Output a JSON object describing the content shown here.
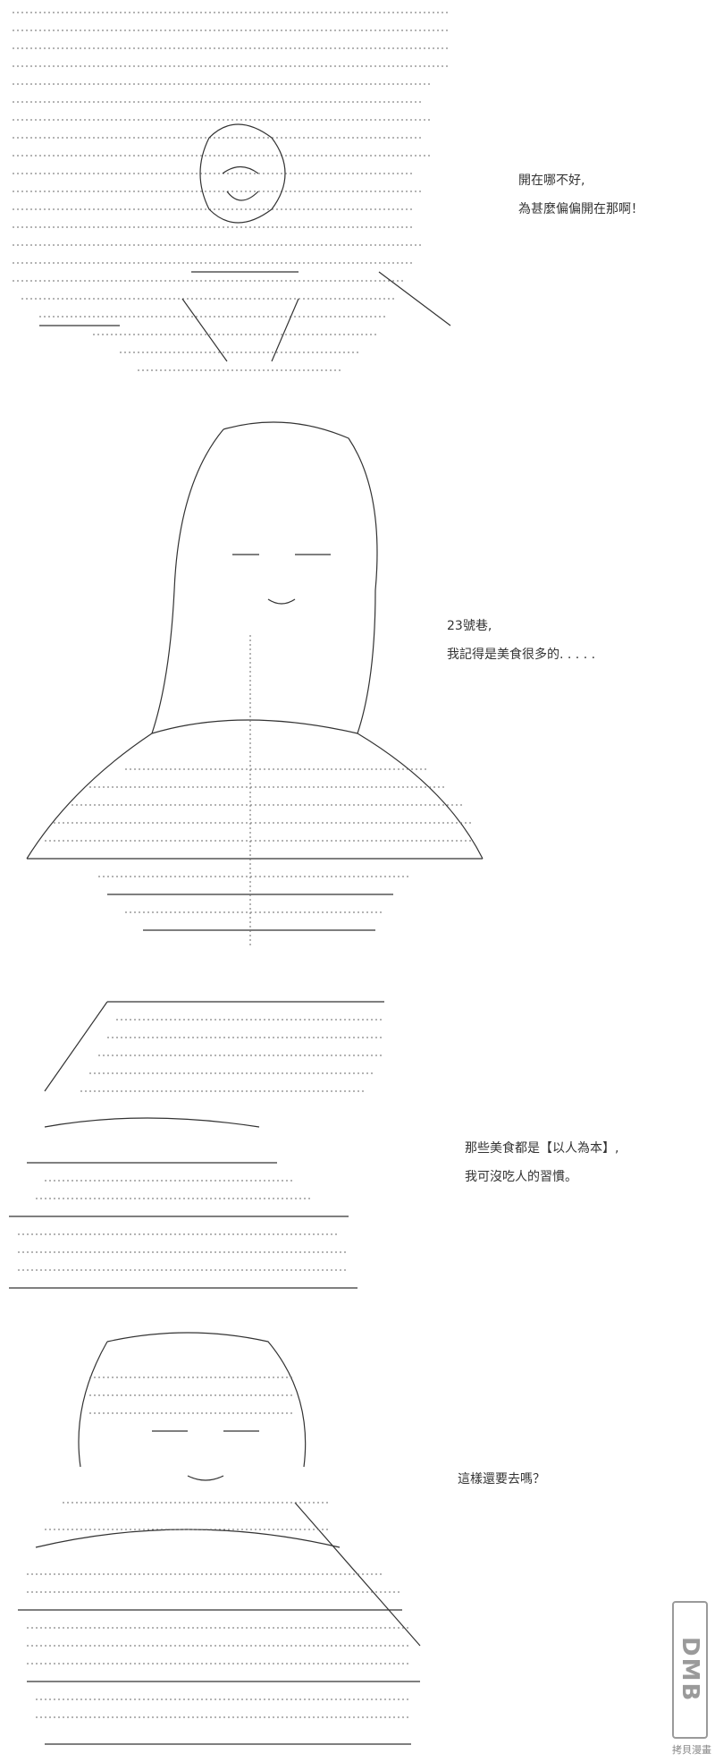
{
  "panels": [
    {
      "id": "panel-1",
      "lines": [
        "開在哪不好,",
        "為甚麼偏偏開在那啊！"
      ]
    },
    {
      "id": "panel-2",
      "lines": [
        "23號巷,",
        "我記得是美食很多的. . . . ."
      ]
    },
    {
      "id": "panel-3",
      "lines": [
        "那些美食都是【以人為本】,",
        "我可沒吃人的習慣。"
      ]
    },
    {
      "id": "panel-4",
      "lines": [
        "這樣還要去嗎？"
      ]
    }
  ],
  "watermark": {
    "logo_text": "DMB",
    "site_text": "拷貝漫畫"
  }
}
